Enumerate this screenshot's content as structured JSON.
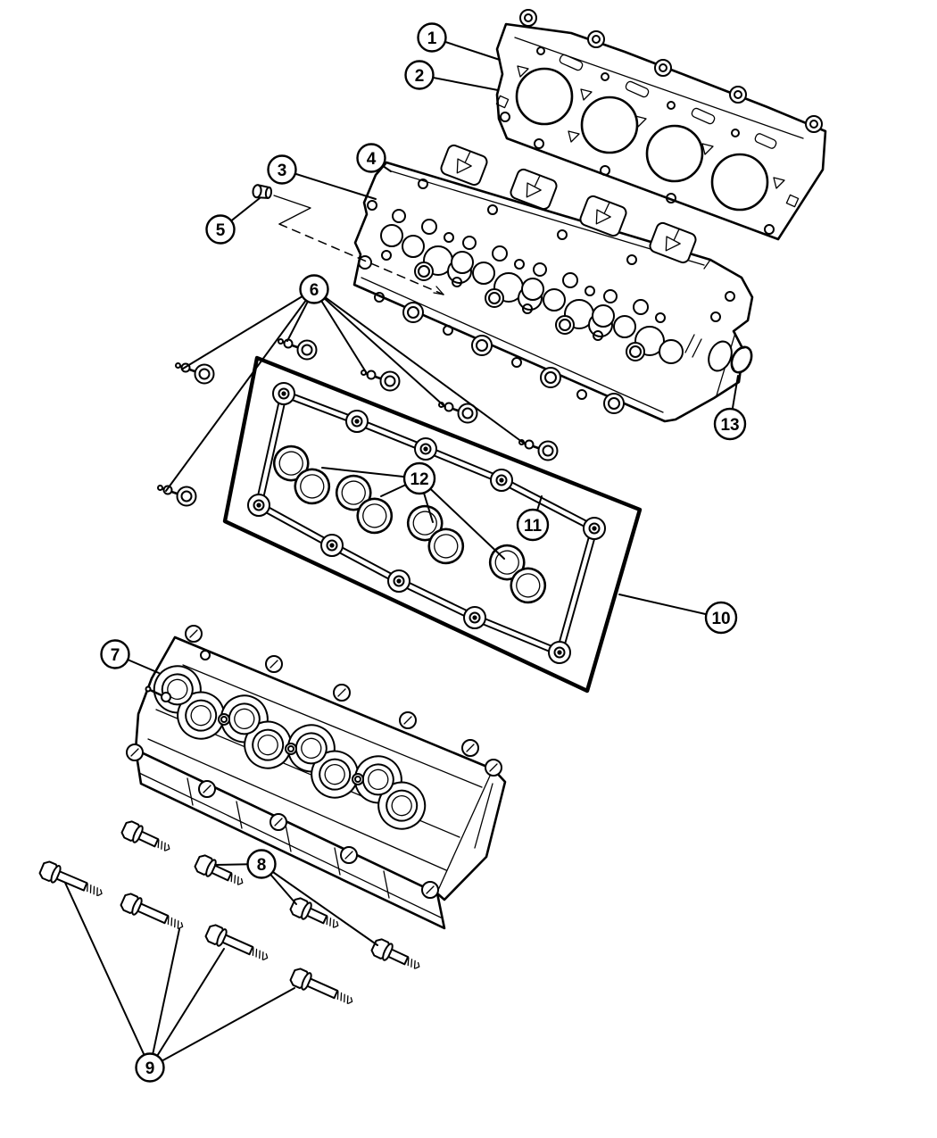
{
  "diagram": {
    "kind": "exploded-parts-line-drawing",
    "colors": {
      "background": "#ffffff",
      "line_art": "#000000"
    }
  },
  "callouts": [
    {
      "label": "1",
      "points_to": "cylinder-head-gasket"
    },
    {
      "label": "2",
      "points_to": "cylinder-head-gasket"
    },
    {
      "label": "3",
      "points_to": "cylinder-head"
    },
    {
      "label": "4",
      "points_to": "cylinder-head"
    },
    {
      "label": "5",
      "points_to": "sealer-plug"
    },
    {
      "label": "6",
      "points_to": "mounting-studs"
    },
    {
      "label": "7",
      "points_to": "valve-cover"
    },
    {
      "label": "8",
      "points_to": "valve-cover-bolts"
    },
    {
      "label": "9",
      "points_to": "long-valve-cover-bolts"
    },
    {
      "label": "10",
      "points_to": "gasket-carrier-panel"
    },
    {
      "label": "11",
      "points_to": "valve-cover-gasket"
    },
    {
      "label": "12",
      "points_to": "spark-plug-tube-seals"
    },
    {
      "label": "13",
      "points_to": "cup-plug"
    }
  ]
}
